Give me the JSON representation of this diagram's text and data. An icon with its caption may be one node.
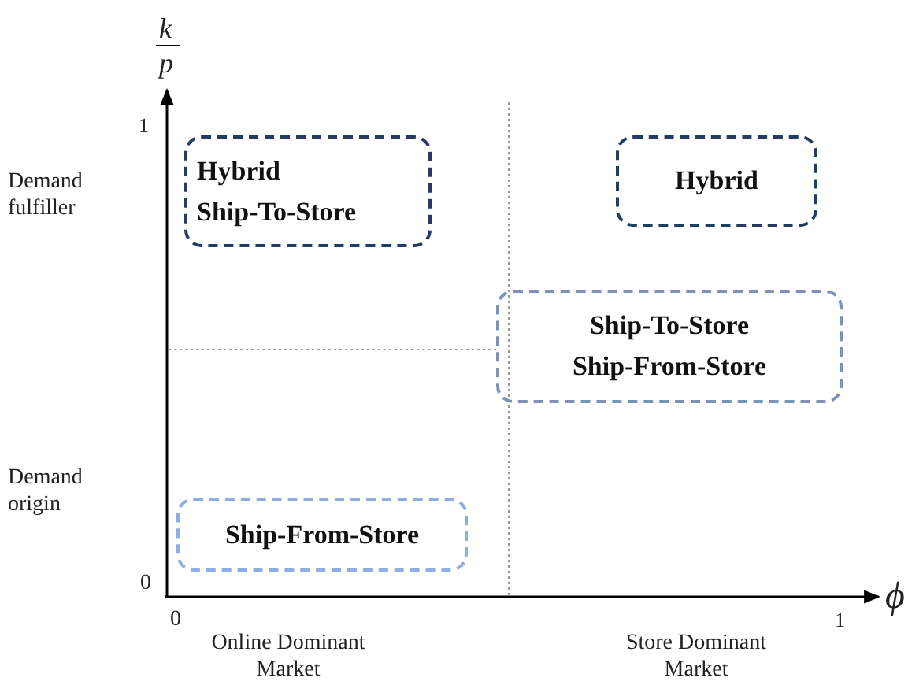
{
  "diagram": {
    "nodes": [
      {
        "text": [
          "Hybrid",
          "Ship-To-Store"
        ]
      },
      {
        "text": [
          "Hybrid"
        ]
      },
      {
        "text": [
          "Ship-To-Store",
          "Ship-From-Store"
        ]
      },
      {
        "text": [
          "Ship-From-Store"
        ]
      }
    ],
    "labels": [
      "k",
      "p",
      "1",
      "Demand fulfiller",
      "Demand origin",
      "0",
      "0",
      "ϕ",
      "1",
      "Online Dominant Market",
      "Store Dominant Market"
    ]
  }
}
